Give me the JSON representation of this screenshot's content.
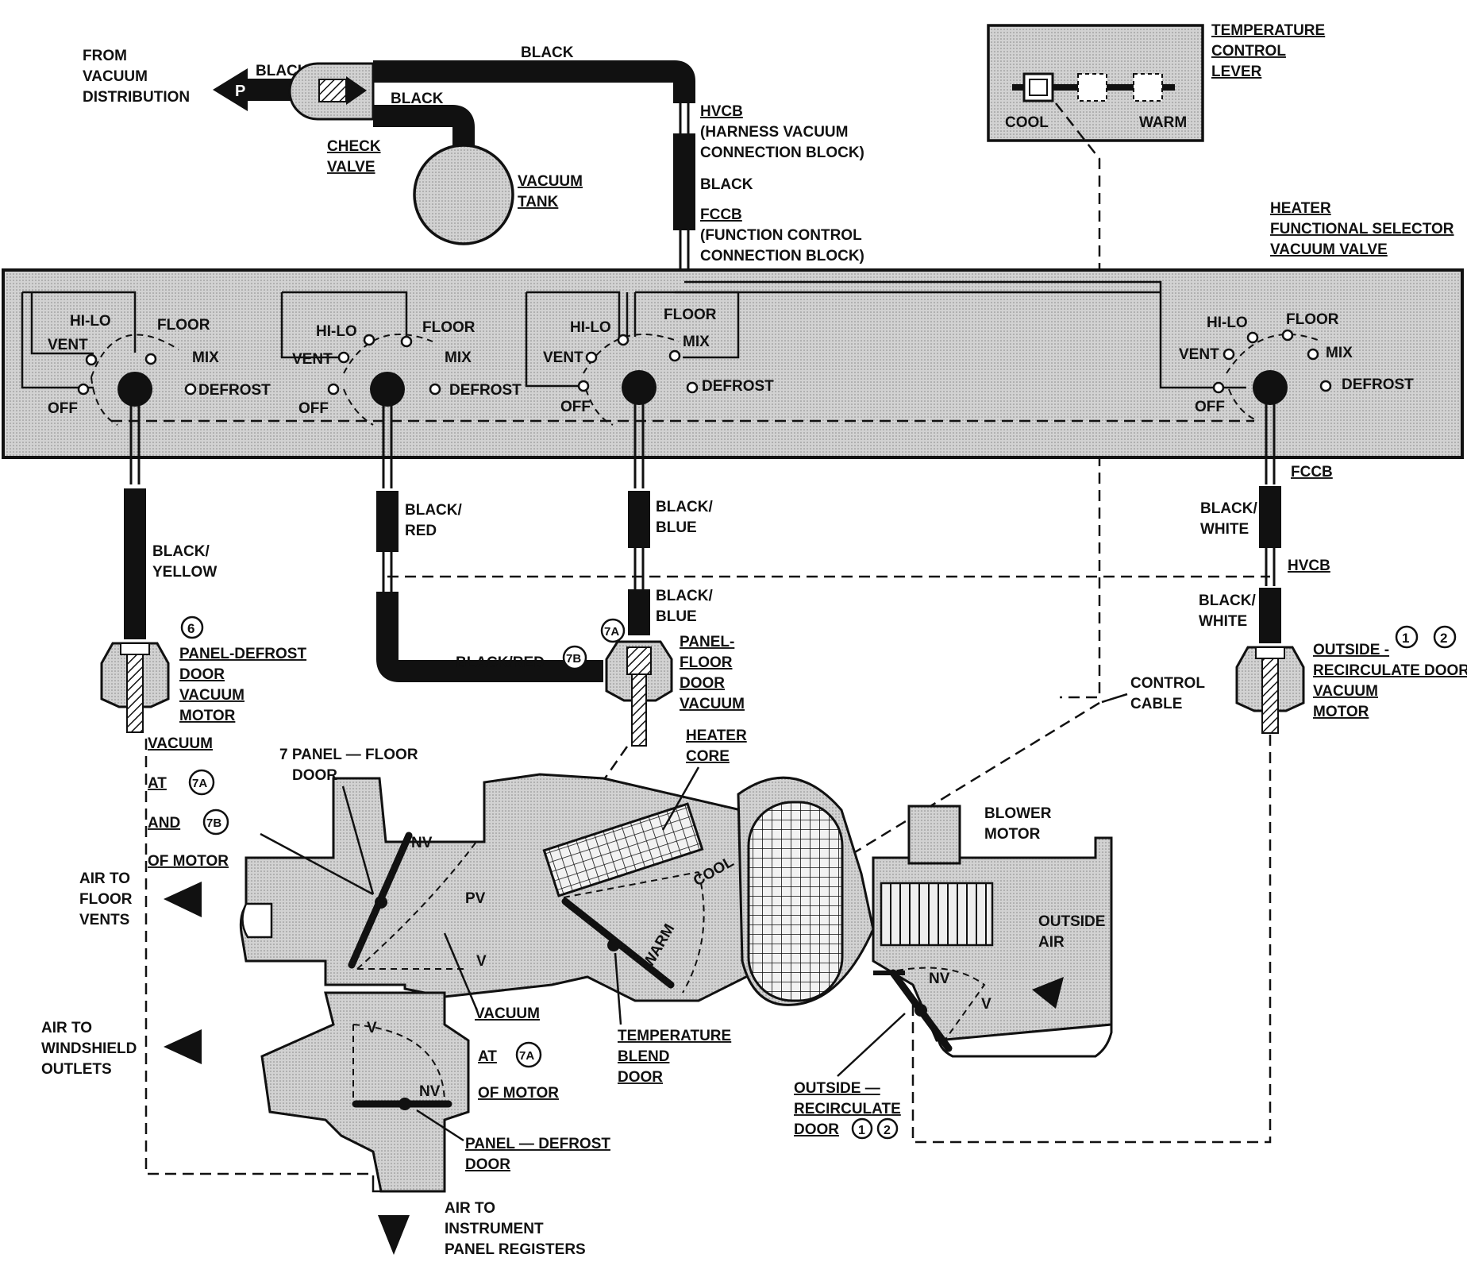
{
  "vacuum_source": {
    "from_label": [
      "FROM",
      "VACUUM",
      "DISTRIBUTION"
    ],
    "p_marker": "P",
    "hose_black_1": "BLACK",
    "hose_black_2": "BLACK",
    "hose_black_3": "BLACK",
    "hose_black_4": "BLACK",
    "check_valve": [
      "CHECK",
      "VALVE"
    ],
    "vacuum_tank": [
      "VACUUM",
      "TANK"
    ],
    "hvcb": [
      "HVCB",
      "(HARNESS VACUUM",
      "CONNECTION BLOCK)"
    ],
    "fccb": [
      "FCCB",
      "(FUNCTION CONTROL",
      "CONNECTION BLOCK)"
    ]
  },
  "temperature_lever": {
    "title": [
      "TEMPERATURE",
      "CONTROL",
      "LEVER"
    ],
    "cool": "COOL",
    "warm": "WARM"
  },
  "selector_valve": {
    "title": [
      "HEATER",
      "FUNCTIONAL SELECTOR",
      "VACUUM VALVE"
    ],
    "positions": {
      "hilo": "HI-LO",
      "vent": "VENT",
      "off": "OFF",
      "floor": "FLOOR",
      "mix": "MIX",
      "defrost": "DEFROST"
    }
  },
  "hoses": {
    "black_yellow": [
      "BLACK/",
      "YELLOW"
    ],
    "black_red": [
      "BLACK/",
      "RED"
    ],
    "black_blue_1": [
      "BLACK/",
      "BLUE"
    ],
    "black_blue_2": [
      "BLACK/",
      "BLUE"
    ],
    "black_white_1": [
      "BLACK/",
      "WHITE"
    ],
    "black_white_2": [
      "BLACK/",
      "WHITE"
    ],
    "black_red_inline": "BLACK/RED",
    "fccb_short": "FCCB",
    "hvcb_short": "HVCB"
  },
  "motors": {
    "panel_defrost": {
      "callout": "6",
      "label": [
        "PANEL-DEFROST",
        "DOOR",
        "VACUUM",
        "MOTOR"
      ]
    },
    "panel_floor": {
      "callout_a": "7A",
      "callout_b": "7B",
      "label": [
        "PANEL-",
        "FLOOR",
        "DOOR",
        "VACUUM"
      ]
    },
    "outside_recirc": {
      "callout_1": "1",
      "callout_2": "2",
      "label": [
        "OUTSIDE -",
        "RECIRCULATE DOOR",
        "VACUUM",
        "MOTOR"
      ]
    }
  },
  "control_cable": [
    "CONTROL",
    "CABLE"
  ],
  "vacuum_note_left": {
    "lines": [
      "VACUUM",
      "AT",
      "AND",
      "OF MOTOR"
    ],
    "callout_a": "7A",
    "callout_b": "7B"
  },
  "vacuum_note_mid": {
    "lines": [
      "VACUUM",
      "AT",
      "OF MOTOR"
    ],
    "callout_a": "7A"
  },
  "air_labels": {
    "floor_vents": [
      "AIR TO",
      "FLOOR",
      "VENTS"
    ],
    "windshield": [
      "AIR TO",
      "WINDSHIELD",
      "OUTLETS"
    ],
    "instrument": [
      "AIR TO",
      "INSTRUMENT",
      "PANEL REGISTERS"
    ],
    "outside_air": [
      "OUTSIDE",
      "AIR"
    ]
  },
  "components": {
    "panel_floor_door": [
      "7 PANEL — FLOOR",
      "DOOR"
    ],
    "heater_core": [
      "HEATER",
      "CORE"
    ],
    "blower_motor": [
      "BLOWER",
      "MOTOR"
    ],
    "temp_blend_door": [
      "TEMPERATURE",
      "BLEND",
      "DOOR"
    ],
    "outside_recirc_door": [
      "OUTSIDE —",
      "RECIRCULATE",
      "DOOR"
    ],
    "outside_recirc_callouts": [
      "1",
      "2"
    ],
    "panel_defrost_door": [
      "PANEL — DEFROST",
      "DOOR"
    ]
  },
  "door_marks": {
    "nv": "NV",
    "pv": "PV",
    "v": "V",
    "cool": "COOL",
    "warm": "WARM"
  },
  "colors": {
    "panel_fill": "#c9c9c9",
    "duct_fill": "#c4c4c4",
    "line": "#111111"
  }
}
